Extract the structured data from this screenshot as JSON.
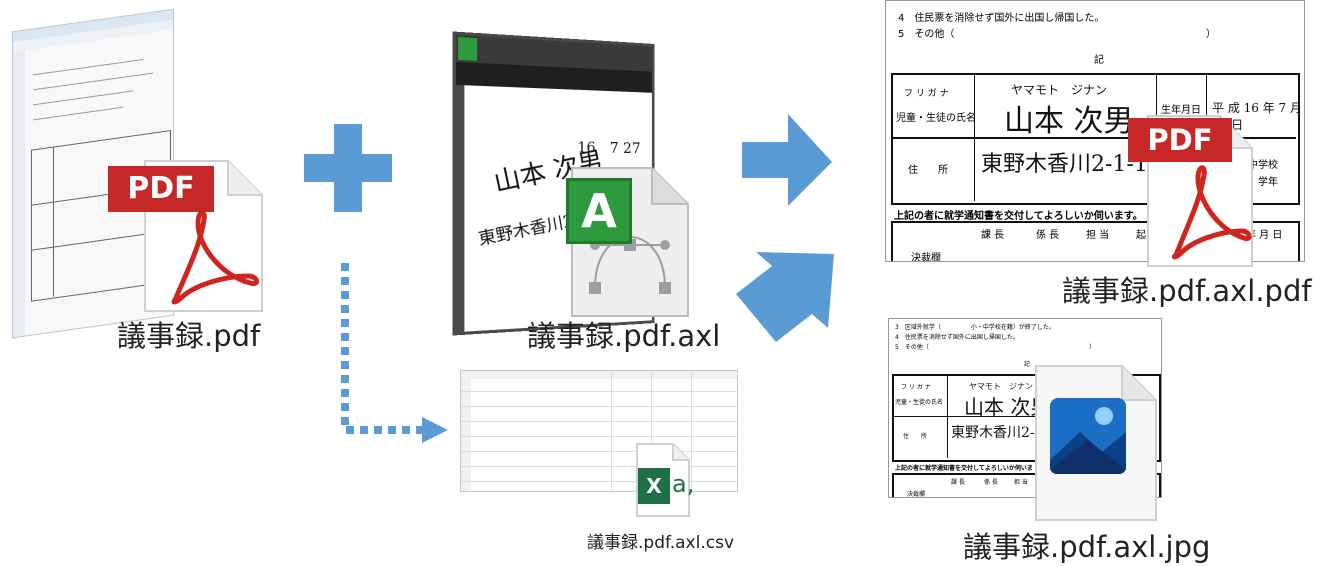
{
  "files": {
    "source_pdf": "議事録.pdf",
    "axl": "議事録.pdf.axl",
    "csv": "議事録.pdf.axl.csv",
    "out_pdf": "議事録.pdf.axl.pdf",
    "out_jpg": "議事録.pdf.axl.jpg"
  },
  "icons": {
    "pdf_label": "PDF",
    "axl_letter": "A",
    "excel_letter": "X",
    "excel_sub": "a,"
  },
  "form": {
    "item4": "4　住民票を消除せず国外に出国し帰国した。",
    "item5": "5　その他（",
    "item5_close": "）",
    "ki": "記",
    "furigana": "フ リ ガ ナ",
    "name_label": "児童・生徒の氏名",
    "birth_label": "生年月日",
    "address_label": "住　　所",
    "name_kana": "ヤマモト　ジナン",
    "name_value": "山本 次男",
    "birth_value": "平 成 16 年 7 月 27 日",
    "address_value": "東野木香川2-1-16",
    "school": "中学校",
    "grade": "学年",
    "notice": "上記の者に就学通知書を交付してよろしいか伺います。",
    "roles": [
      "課 長",
      "係 長",
      "担 当",
      "起 案"
    ],
    "date_label": "年 月 日",
    "approval": "決裁欄",
    "small_item3": "3　区域外就学（　　　　　小・中学校在籍）が終了した。",
    "small_notice": "上記の者に就学通知書を交付してよろしいか伺いま"
  },
  "colors": {
    "arrow": "#5b9bd5",
    "pdf_red": "#c62828",
    "axl_green": "#2e9a3e",
    "excel_green": "#1e7145"
  }
}
